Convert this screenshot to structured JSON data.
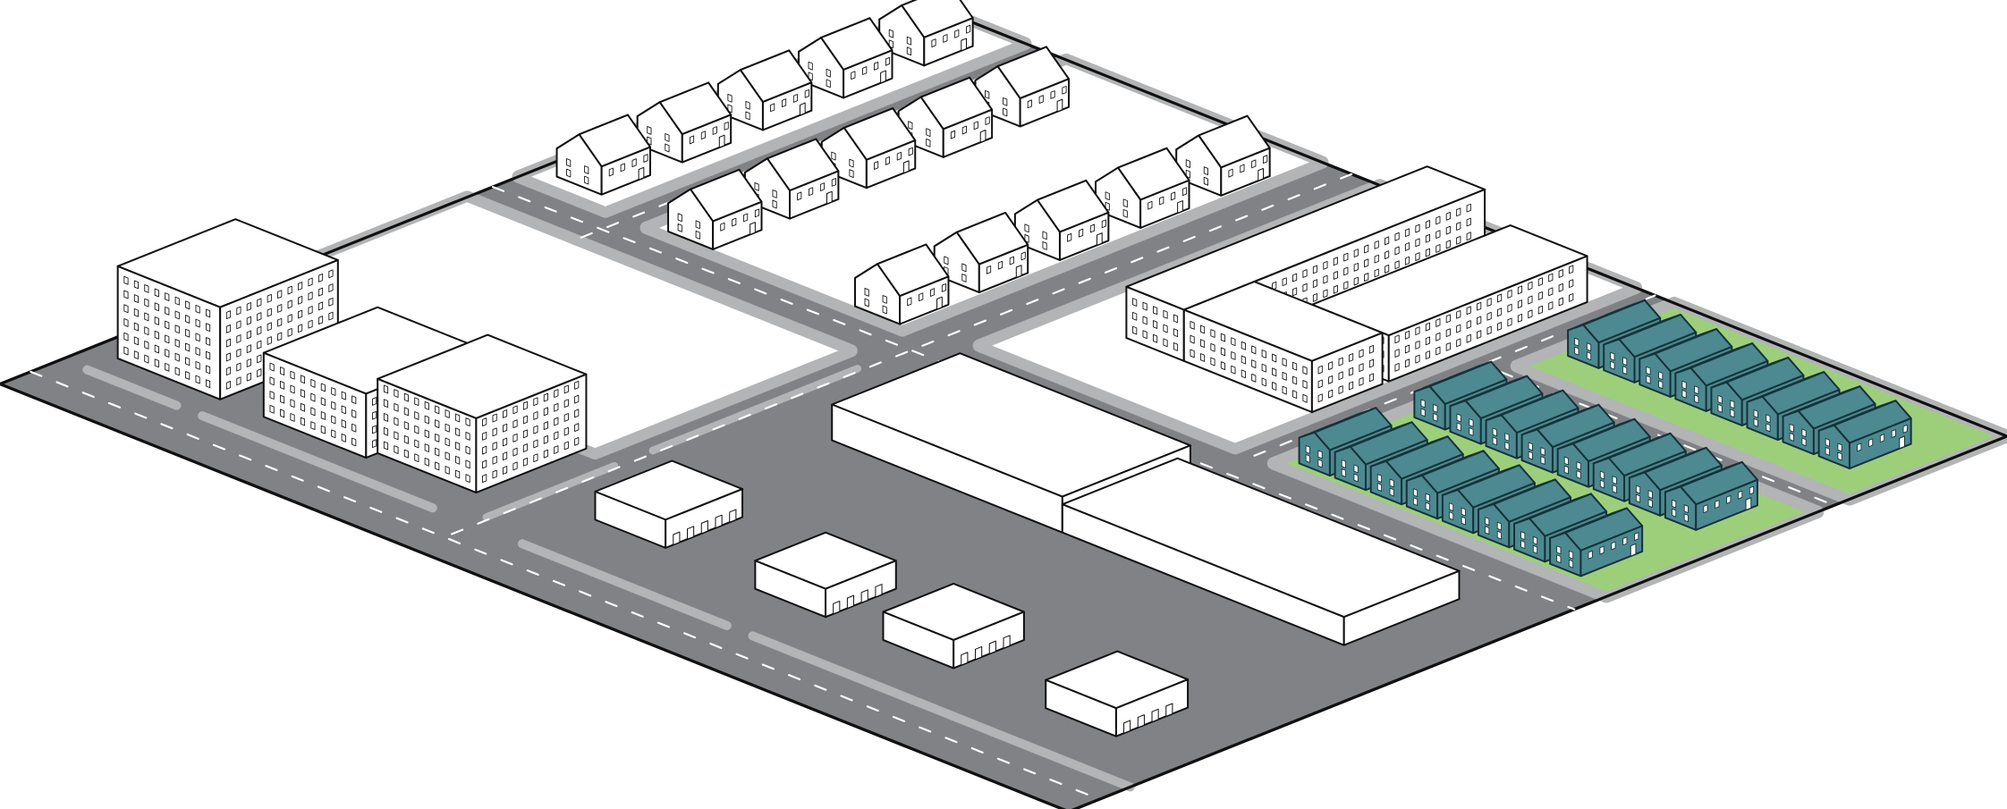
{
  "colors": {
    "background": "#ffffff",
    "road": "#808285",
    "sidewalk": "#b2b4b6",
    "lot": "#ffffff",
    "lane_marking": "#ffffff",
    "outline": "#111111",
    "building": "#ffffff",
    "townhouse": "#4d8991",
    "townhouse_outline": "#15333a",
    "grass": "#9dcf7b"
  },
  "counts": {
    "single_family_houses": 15,
    "small_warehouses": 4,
    "townhouses": 24
  }
}
